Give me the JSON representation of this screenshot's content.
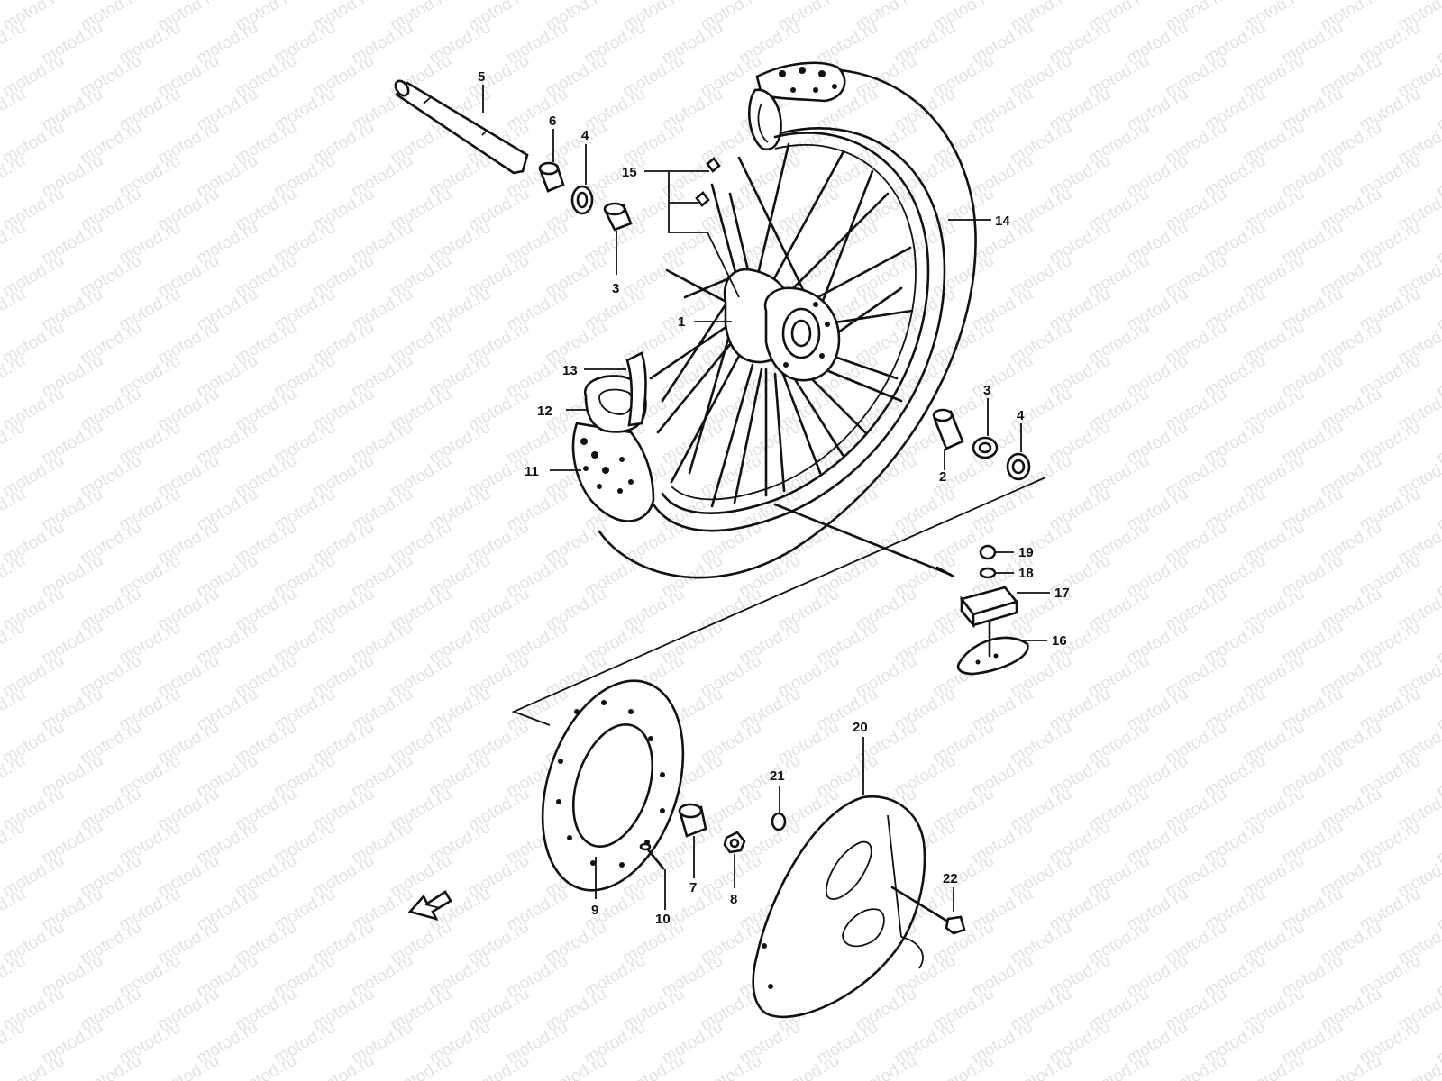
{
  "watermark": "motod.ru",
  "callouts": [
    {
      "id": "1",
      "label": "1"
    },
    {
      "id": "2",
      "label": "2"
    },
    {
      "id": "3a",
      "label": "3"
    },
    {
      "id": "3b",
      "label": "3"
    },
    {
      "id": "4a",
      "label": "4"
    },
    {
      "id": "4b",
      "label": "4"
    },
    {
      "id": "5",
      "label": "5"
    },
    {
      "id": "6",
      "label": "6"
    },
    {
      "id": "7",
      "label": "7"
    },
    {
      "id": "8",
      "label": "8"
    },
    {
      "id": "9",
      "label": "9"
    },
    {
      "id": "10",
      "label": "10"
    },
    {
      "id": "11",
      "label": "11"
    },
    {
      "id": "12",
      "label": "12"
    },
    {
      "id": "13",
      "label": "13"
    },
    {
      "id": "14",
      "label": "14"
    },
    {
      "id": "15",
      "label": "15"
    },
    {
      "id": "16",
      "label": "16"
    },
    {
      "id": "17",
      "label": "17"
    },
    {
      "id": "18",
      "label": "18"
    },
    {
      "id": "19",
      "label": "19"
    },
    {
      "id": "20",
      "label": "20"
    },
    {
      "id": "21",
      "label": "21"
    },
    {
      "id": "22",
      "label": "22"
    }
  ],
  "colors": {
    "ink": "#111111",
    "watermark": "#e2e2e2",
    "background": "#ffffff"
  }
}
